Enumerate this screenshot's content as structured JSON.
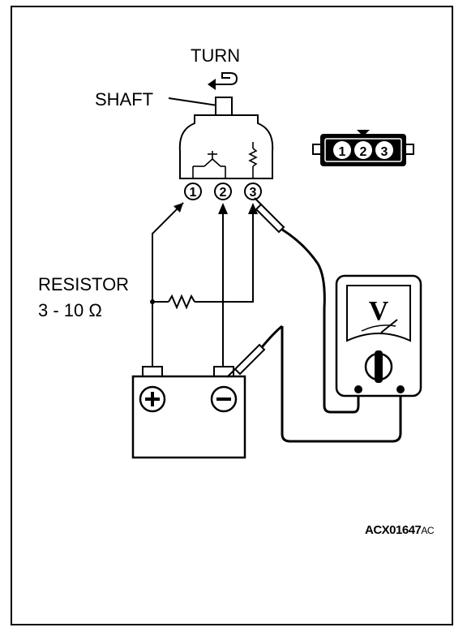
{
  "labels": {
    "turn": "TURN",
    "shaft": "SHAFT",
    "resistor_line1": "RESISTOR",
    "resistor_line2": "3 - 10 Ω",
    "figure_code": "ACX01647",
    "figure_suffix": "AC"
  },
  "sensor_terminals": [
    "1",
    "2",
    "3"
  ],
  "connector_pins": [
    "1",
    "2",
    "3"
  ],
  "battery": {
    "positive_symbol": "+",
    "negative_symbol": "−"
  },
  "voltmeter": {
    "symbol": "V"
  },
  "colors": {
    "line": "#000000",
    "background": "#ffffff"
  }
}
